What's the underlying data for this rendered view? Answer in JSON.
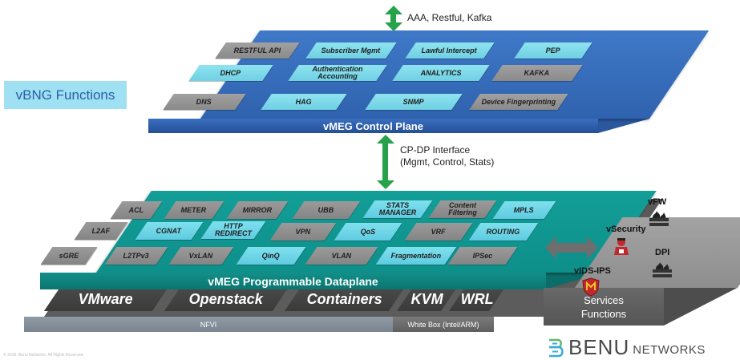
{
  "header": {
    "top_interface": "AAA, Restful, Kafka",
    "cpdp_interface_line1": "CP-DP Interface",
    "cpdp_interface_line2": "(Mgmt, Control, Stats)",
    "side_label": "vBNG Functions"
  },
  "control_plane": {
    "title": "vMEG Control Plane",
    "tiles": [
      {
        "label": "RESTFUL API",
        "color": "gray"
      },
      {
        "label": "Subscriber Mgmt",
        "color": "cyan"
      },
      {
        "label": "Lawful Intercept",
        "color": "cyan"
      },
      {
        "label": "PEP",
        "color": "cyan"
      },
      {
        "label": "DHCP",
        "color": "cyan"
      },
      {
        "label": "Authentication Accounting",
        "color": "cyan"
      },
      {
        "label": "ANALYTICS",
        "color": "cyan"
      },
      {
        "label": "KAFKA",
        "color": "gray"
      },
      {
        "label": "DNS",
        "color": "gray"
      },
      {
        "label": "HAG",
        "color": "cyan"
      },
      {
        "label": "SNMP",
        "color": "cyan"
      },
      {
        "label": "Device Fingerprinting",
        "color": "gray"
      }
    ]
  },
  "dataplane": {
    "title": "vMEG Programmable Dataplane",
    "tiles": [
      {
        "label": "ACL",
        "color": "gray"
      },
      {
        "label": "METER",
        "color": "gray"
      },
      {
        "label": "MIRROR",
        "color": "gray"
      },
      {
        "label": "UBB",
        "color": "gray"
      },
      {
        "label": "STATS MANAGER",
        "color": "cyan"
      },
      {
        "label": "Content Filtering",
        "color": "gray"
      },
      {
        "label": "MPLS",
        "color": "cyan"
      },
      {
        "label": "L2AF",
        "color": "gray"
      },
      {
        "label": "CGNAT",
        "color": "cyan"
      },
      {
        "label": "HTTP REDIRECT",
        "color": "cyan"
      },
      {
        "label": "VPN",
        "color": "gray"
      },
      {
        "label": "QoS",
        "color": "cyan"
      },
      {
        "label": "VRF",
        "color": "gray"
      },
      {
        "label": "ROUTING",
        "color": "cyan"
      },
      {
        "label": "sGRE",
        "color": "gray"
      },
      {
        "label": "L2TPv3",
        "color": "gray"
      },
      {
        "label": "VxLAN",
        "color": "gray"
      },
      {
        "label": "QinQ",
        "color": "cyan"
      },
      {
        "label": "VLAN",
        "color": "gray"
      },
      {
        "label": "Fragmentation",
        "color": "cyan"
      },
      {
        "label": "IPSec",
        "color": "gray"
      }
    ]
  },
  "infrastructure": {
    "environments": [
      "VMware",
      "Openstack",
      "Containers",
      "KVM",
      "WRL"
    ],
    "nfvi_label": "NFVI",
    "whitebox_label": "White Box (Intel/ARM)"
  },
  "services": {
    "title_line1": "Services",
    "title_line2": "Functions",
    "items": [
      {
        "label": "vFW",
        "icon": "firewall-icon"
      },
      {
        "label": "vSecurity",
        "icon": "security-agent-icon"
      },
      {
        "label": "DPI",
        "icon": "firewall-icon"
      },
      {
        "label": "vIDS-IPS",
        "icon": "shield-icon"
      }
    ]
  },
  "branding": {
    "logo_word": "BENU",
    "logo_sub": "NETWORKS",
    "copyright": "© 2018. Benu Networks. All Rights Reserved.",
    "colors": {
      "control_plane": "#2f62ae",
      "dataplane": "#0e8f8a",
      "cyan_tile": "#6fd0e3",
      "gray_tile": "#8a8a8a",
      "arrow": "#25a24a",
      "logo_green": "#5fb86a",
      "logo_blue": "#3aa9d8"
    }
  }
}
